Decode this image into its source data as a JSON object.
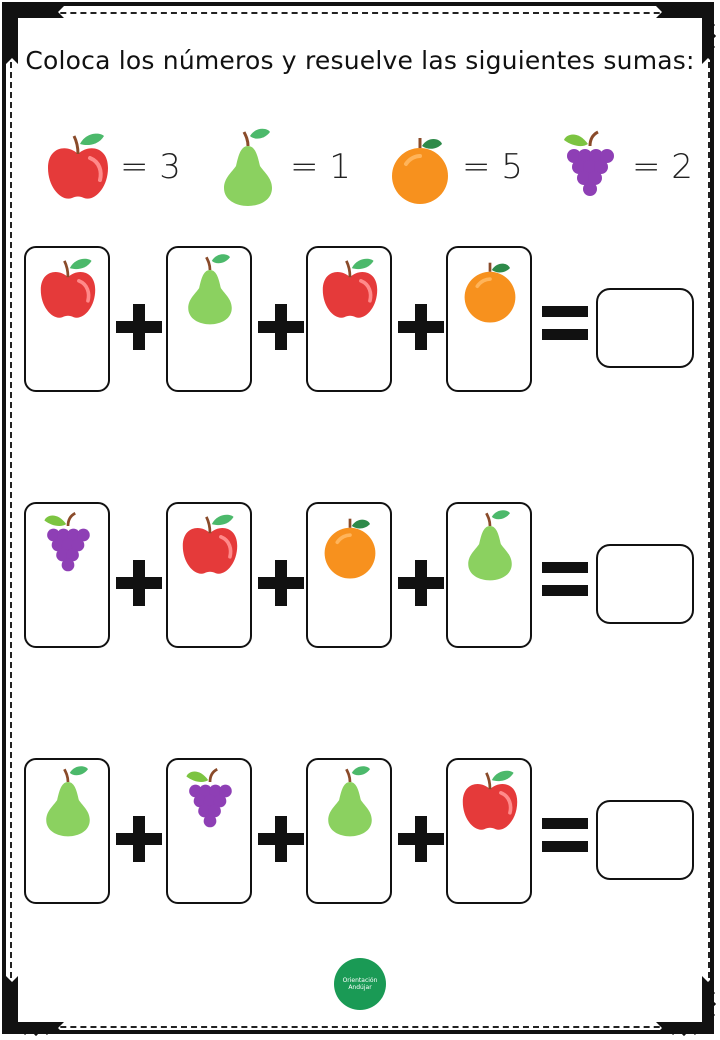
{
  "title": "Coloca los números y resuelve las siguientes sumas:",
  "legend": [
    {
      "fruit": "apple-icon",
      "value": "= 3"
    },
    {
      "fruit": "pear-icon",
      "value": "= 1"
    },
    {
      "fruit": "orange-icon",
      "value": "= 5"
    },
    {
      "fruit": "grapes-icon",
      "value": "= 2"
    }
  ],
  "rows": [
    [
      "apple",
      "pear",
      "apple",
      "orange"
    ],
    [
      "grapes",
      "apple",
      "orange",
      "pear"
    ],
    [
      "pear",
      "grapes",
      "pear",
      "apple"
    ]
  ],
  "logo": {
    "text": "Orientación Andújar"
  },
  "colors": {
    "apple": "#e53a3a",
    "pear": "#8bd160",
    "orange": "#f7911e",
    "grapes": "#8e3fb5",
    "leaf": "#4cb96b",
    "stem": "#8a4b2a"
  }
}
